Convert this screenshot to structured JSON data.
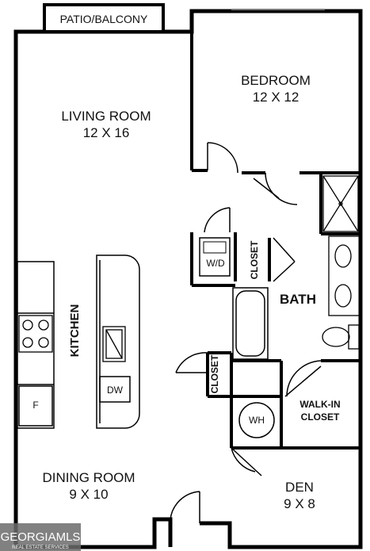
{
  "plan": {
    "rooms": {
      "patio": "PATIO/BALCONY",
      "bedroom_name": "BEDROOM",
      "bedroom_size": "12 X 12",
      "living_name": "LIVING ROOM",
      "living_size": "12 X 16",
      "kitchen": "KITCHEN",
      "bath": "BATH",
      "dining_name": "DINING ROOM",
      "dining_size": "9 X 10",
      "den_name": "DEN",
      "den_size": "9 X 8",
      "walkin_line1": "WALK-IN",
      "walkin_line2": "CLOSET",
      "closet_upper": "CLOSET",
      "closet_lower": "CLOSET"
    },
    "fixtures": {
      "washer_dryer": "W/D",
      "dishwasher": "DW",
      "water_heater": "WH",
      "fridge": "F"
    }
  },
  "watermark": {
    "brand": "GEORGIAMLS",
    "tagline": "REAL ESTATE SERVICES"
  }
}
